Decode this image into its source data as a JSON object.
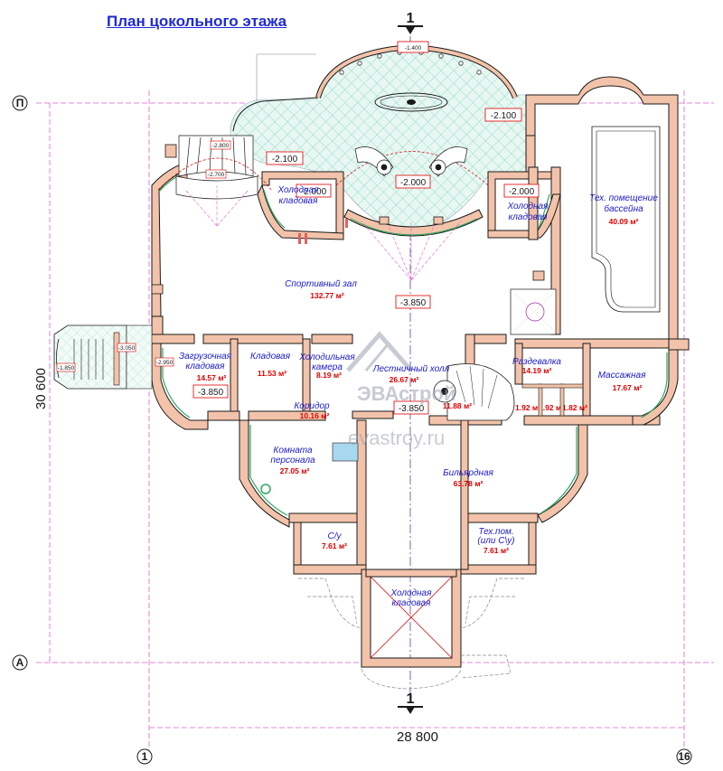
{
  "title": "План цокольного этажа",
  "section_marks": {
    "top": "1",
    "bottom": "1"
  },
  "axes": {
    "left_top": "П",
    "left_bottom": "А",
    "bottom_left": "1",
    "bottom_right": "16"
  },
  "dimensions": {
    "width": "28 800",
    "height": "30 600"
  },
  "levels": {
    "entry_top": "-1.400",
    "terrace_right": "-2.100",
    "terrace_left": "-2.100",
    "stair_a": "-2.800",
    "stair_b": "-2.700",
    "cold_left": "-2.000",
    "center": "-2.000",
    "cold_right": "-2.000",
    "sport": "-3.850",
    "left_entry": "-3.850",
    "hall": "-3.850",
    "side_a": "-1.850",
    "side_b": "-3.050",
    "side_c": "-2.950"
  },
  "rooms": [
    {
      "id": "cold-storage-left",
      "name_lines": [
        "Холодная",
        "кладовая"
      ],
      "area": ""
    },
    {
      "id": "cold-storage-right",
      "name_lines": [
        "Холодная",
        "кладовая"
      ],
      "area": ""
    },
    {
      "id": "tech-room-pool",
      "name_lines": [
        "Тех. помещение",
        "бассейна"
      ],
      "area": "40.09 м²"
    },
    {
      "id": "gym",
      "name_lines": [
        "Спортивный зал"
      ],
      "area": "132.77 м²"
    },
    {
      "id": "loading-storage",
      "name_lines": [
        "Загрузочная",
        "кладовая"
      ],
      "area": "14.57 м²"
    },
    {
      "id": "pantry",
      "name_lines": [
        "Кладовая"
      ],
      "area": "11.53 м²"
    },
    {
      "id": "cold-chamber",
      "name_lines": [
        "Холодильная",
        "камера"
      ],
      "area": "8.19 м²"
    },
    {
      "id": "stair-hall",
      "name_lines": [
        "Лестничный холл"
      ],
      "area": "26.67 м²"
    },
    {
      "id": "changing-room",
      "name_lines": [
        "Раздевалка"
      ],
      "area": "14.19 м²"
    },
    {
      "id": "massage-room",
      "name_lines": [
        "Массажная"
      ],
      "area": "17.67 м²"
    },
    {
      "id": "corridor",
      "name_lines": [
        "Коридор"
      ],
      "area": "10.16 м²"
    },
    {
      "id": "staff-room",
      "name_lines": [
        "Комната",
        "персонала"
      ],
      "area": "27.05 м²"
    },
    {
      "id": "billiard-room",
      "name_lines": [
        "Бильярдная"
      ],
      "area": "63.78 м²"
    },
    {
      "id": "wc",
      "name_lines": [
        "С/у"
      ],
      "area": "7.61 м²"
    },
    {
      "id": "tech-room-wc",
      "name_lines": [
        "Тех.пом.",
        "(или С\\у)"
      ],
      "area": "7.61 м²"
    },
    {
      "id": "cold-storage-bottom",
      "name_lines": [
        "Холодная",
        "кладовая"
      ],
      "area": ""
    }
  ],
  "small_areas": [
    "11.88 м²",
    "1.92 м²",
    "1.92 м²",
    "1.82 м²"
  ],
  "watermark": {
    "brand": "ЭВАстрой",
    "site": "evastroy.ru"
  },
  "colors": {
    "wall": "#f2c3aa",
    "wall_stroke": "#1a1a1a",
    "title": "#1e2ad8",
    "room_label": "#1a1ac8",
    "area_label": "#e00000",
    "terrace_hatch": "#8fdcc8",
    "level_box": "#e00000",
    "dim_line": "#e060d0",
    "glass": "#2ca860"
  }
}
